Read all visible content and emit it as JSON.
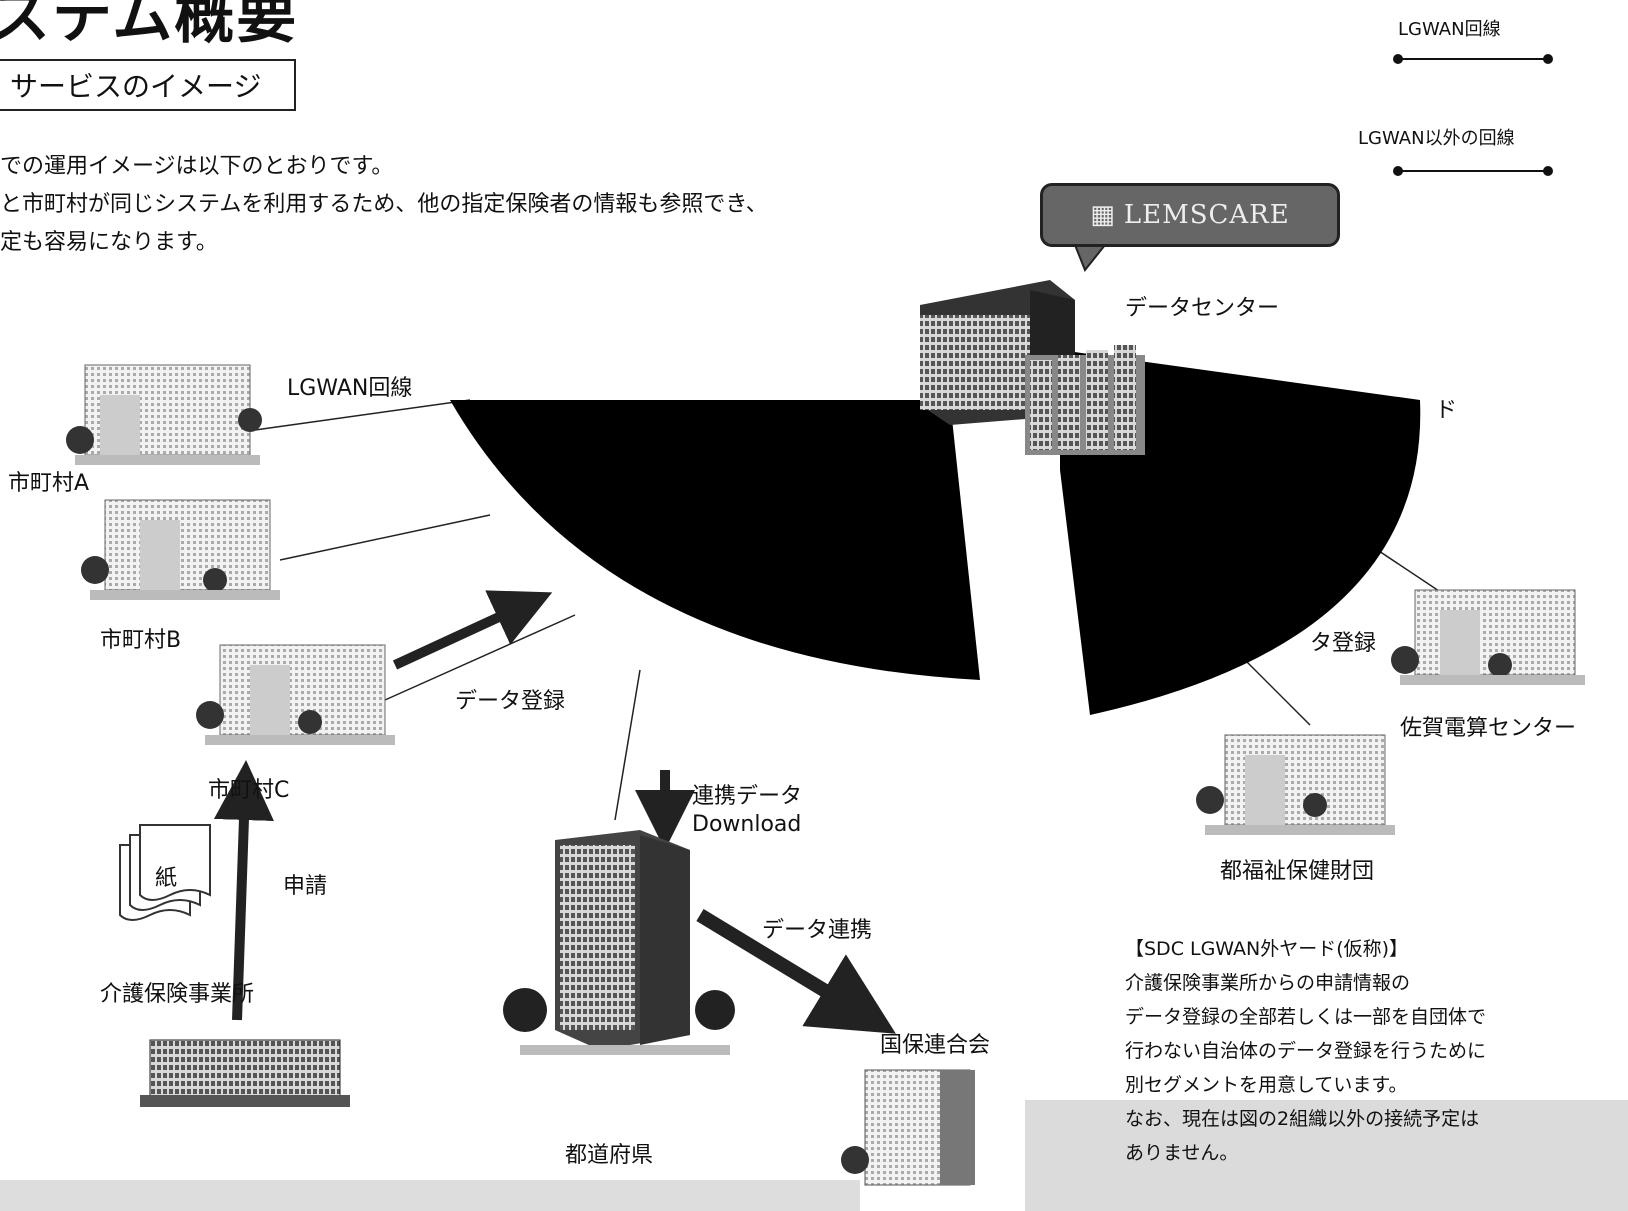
{
  "header": {
    "title": "ステム概要",
    "section": "サービスのイメージ",
    "intro_lines": [
      "での運用イメージは以下のとおりです。",
      "と市町村が同じシステムを利用するため、他の指定保険者の情報も参照でき、",
      "定も容易になります。"
    ]
  },
  "legend": {
    "lgwan": "LGWAN回線",
    "non_lgwan": "LGWAN以外の回線"
  },
  "diagram": {
    "bubble_logo": "LEMSCARE",
    "data_center": "データセンター",
    "lgwan_line": "LGWAN回線",
    "right_partial": "ド",
    "data_reg_left": "データ登録",
    "data_reg_right": "タ登録",
    "coop_data": "連携データ",
    "download": "Download",
    "data_link": "データ連携",
    "apply": "申請",
    "paper": "紙"
  },
  "nodes": {
    "city_a": "市町村A",
    "city_b": "市町村B",
    "city_c": "市町村C",
    "care_office": "介護保険事業所",
    "prefecture": "都道府県",
    "kokuho": "国保連合会",
    "saga": "佐賀電算センター",
    "tofuku": "都福祉保健財団"
  },
  "note": {
    "lines": [
      "【SDC LGWAN外ヤード(仮称)】",
      "介護保険事業所からの申請情報の",
      "データ登録の全部若しくは一部を自団体で",
      "行わない自治体のデータ登録を行うために",
      "別セグメントを用意しています。",
      "なお、現在は図の2組織以外の接続予定は",
      "ありません。"
    ]
  }
}
